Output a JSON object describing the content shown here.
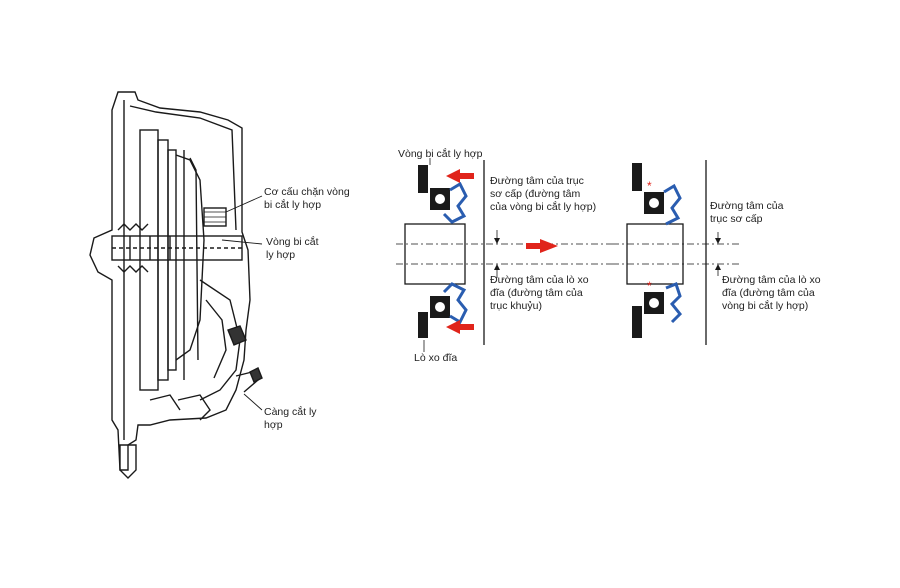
{
  "left_diagram": {
    "labels": {
      "release_bearing_stop_mechanism": [
        "Cơ cấu chặn vòng",
        "bi cắt ly hợp"
      ],
      "release_bearing": [
        "Vòng bi cắt",
        "ly hợp"
      ],
      "release_fork": [
        "Càng cắt ly",
        "hợp"
      ]
    }
  },
  "middle_diagram": {
    "labels": {
      "release_bearing": [
        "Vòng bi cắt ly hợp"
      ],
      "input_shaft_centerline": [
        "Đường tâm của trục",
        "sơ cấp (đường tâm",
        "của vòng bi cắt ly hợp)"
      ],
      "diaphragm_centerline": [
        "Đường tâm của lò xo",
        "đĩa (đường tâm của",
        "trục khuỷu)"
      ],
      "diaphragm_spring": [
        "Lò xo đĩa"
      ]
    }
  },
  "right_diagram": {
    "labels": {
      "input_shaft_centerline": [
        "Đường tâm của",
        "trục sơ cấp"
      ],
      "diaphragm_centerline": [
        "Đường tâm của lò xo",
        "đĩa (đường tâm của",
        "vòng bi cắt ly hợp)"
      ]
    }
  },
  "colors": {
    "arrow": "#e0241b",
    "seal": "#2a5db0",
    "line": "#1a1a1a"
  }
}
